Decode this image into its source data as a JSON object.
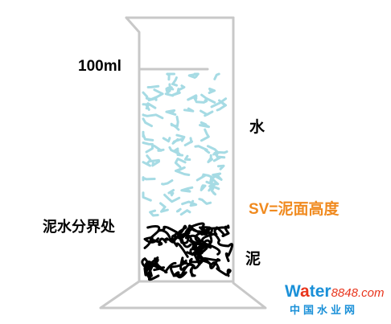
{
  "labels": {
    "volume": "100ml",
    "water": "水",
    "sv": "SV=泥面高度",
    "boundary": "泥水分界处",
    "mud": "泥"
  },
  "colors": {
    "outline": "#c8c8c8",
    "water": "#a6dbe4",
    "mud": "#000000",
    "sv_text": "#f08a1f",
    "watermark_blue": "#1a90d8",
    "watermark_red": "#e8341c"
  },
  "watermark": {
    "brand_w": "W",
    "brand_a": "a",
    "brand_rest": "ter",
    "brand_number": "8848",
    "brand_suffix": ".com",
    "subtitle": "中国水业网"
  }
}
